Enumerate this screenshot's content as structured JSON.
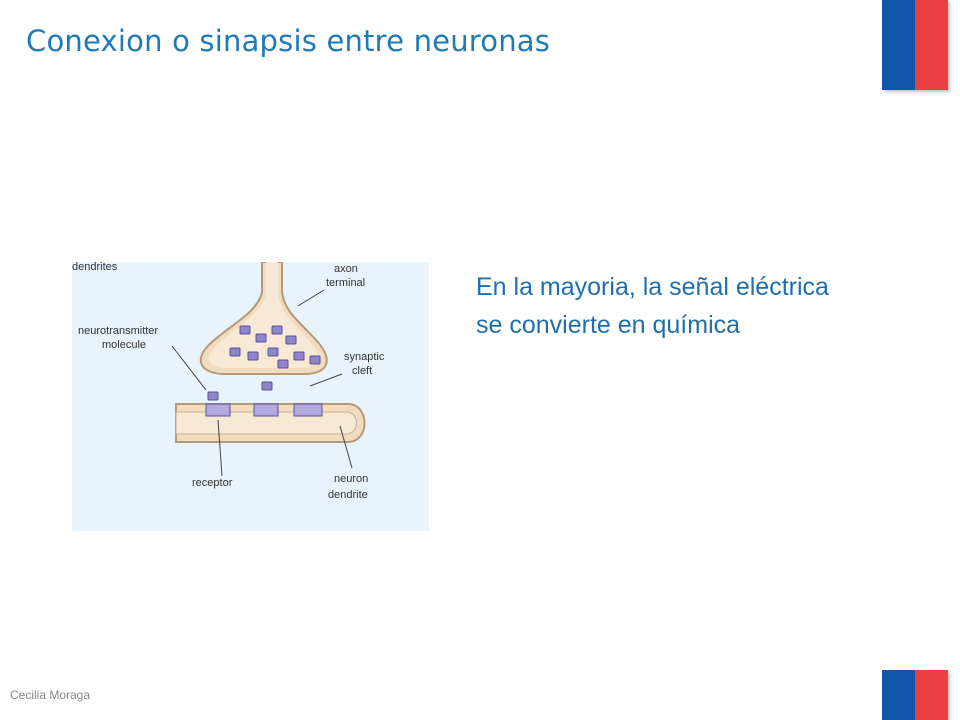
{
  "slide": {
    "title": "Conexion o sinapsis entre neuronas",
    "body_text": "En la mayoria, la señal eléctrica se convierte en química",
    "footer": "Cecilia Moraga"
  },
  "figure": {
    "labels": {
      "dendrites": "dendrites",
      "axon_line1": "axon",
      "axon_line2": "terminal",
      "neurotransmitter_line1": "neurotransmitter",
      "neurotransmitter_line2": "molecule",
      "synaptic_line1": "synaptic",
      "synaptic_line2": "cleft",
      "receptor": "receptor",
      "neuron_line1": "neuron",
      "neuron_line2": "dendrite"
    }
  },
  "colors": {
    "title": "#1f7ab8",
    "body_text": "#1f6fae",
    "flag_blue": "#1356a9",
    "flag_red": "#ea3f45",
    "figure_bg": "#e8f3fb"
  }
}
